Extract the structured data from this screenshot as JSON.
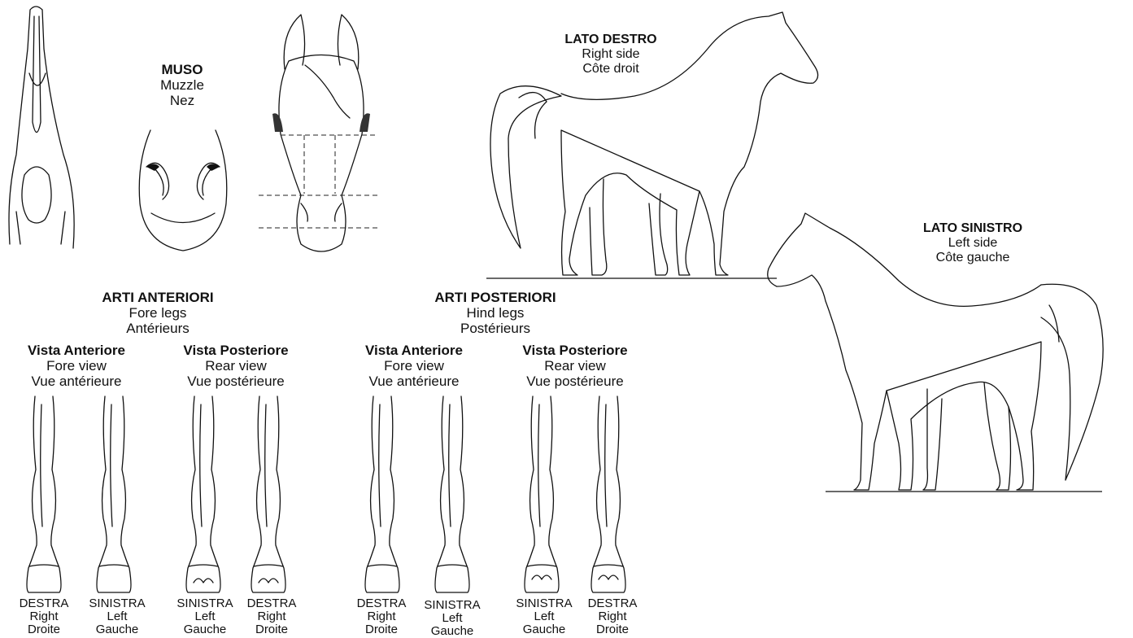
{
  "muzzle": {
    "title": "MUSO",
    "en": "Muzzle",
    "fr": "Nez"
  },
  "right_side": {
    "title": "LATO DESTRO",
    "en": "Right side",
    "fr": "Côte droit"
  },
  "left_side": {
    "title": "LATO SINISTRO",
    "en": "Left side",
    "fr": "Côte gauche"
  },
  "fore_legs": {
    "title": "ARTI ANTERIORI",
    "en": "Fore legs",
    "fr": "Antérieurs",
    "front_view": {
      "title": "Vista Anteriore",
      "en": "Fore view",
      "fr": "Vue antérieure"
    },
    "rear_view": {
      "title": "Vista Posteriore",
      "en": "Rear view",
      "fr": "Vue postérieure"
    },
    "legs": [
      {
        "it": "DESTRA",
        "en": "Right",
        "fr": "Droite"
      },
      {
        "it": "SINISTRA",
        "en": "Left",
        "fr": "Gauche"
      },
      {
        "it": "SINISTRA",
        "en": "Left",
        "fr": "Gauche"
      },
      {
        "it": "DESTRA",
        "en": "Right",
        "fr": "Droite"
      }
    ]
  },
  "hind_legs": {
    "title": "ARTI POSTERIORI",
    "en": "Hind legs",
    "fr": "Postérieurs",
    "front_view": {
      "title": "Vista Anteriore",
      "en": "Fore view",
      "fr": "Vue antérieure"
    },
    "rear_view": {
      "title": "Vista Posteriore",
      "en": "Rear view",
      "fr": "Vue postérieure"
    },
    "legs": [
      {
        "it": "DESTRA",
        "en": "Right",
        "fr": "Droite"
      },
      {
        "it": "SINISTRA",
        "en": "Left",
        "fr": "Gauche"
      },
      {
        "it": "SINISTRA",
        "en": "Left",
        "fr": "Gauche"
      },
      {
        "it": "DESTRA",
        "en": "Right",
        "fr": "Droite"
      }
    ]
  }
}
